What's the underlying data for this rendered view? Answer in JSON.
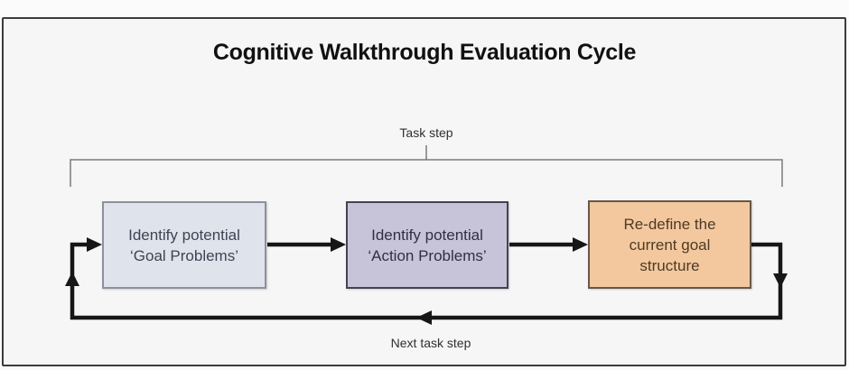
{
  "page": {
    "title": "Cognitive Walkthrough Evaluation Cycle"
  },
  "diagram": {
    "top_label": "Task step",
    "bottom_label": "Next task step",
    "boxes": [
      {
        "id": "identify-goal-problems",
        "lines": [
          "Identify potential",
          "‘Goal Problems’"
        ],
        "bg": "#dfe4ec",
        "border": "#8c919b",
        "text_color": "#3d4452"
      },
      {
        "id": "identify-action-problems",
        "lines": [
          "Identify potential",
          "‘Action Problems’"
        ],
        "bg": "#c7c3d9",
        "border": "#46424f",
        "text_color": "#332f3f"
      },
      {
        "id": "redefine-goal-structure",
        "lines": [
          "Re-define the",
          "current goal",
          "structure"
        ],
        "bg": "#f3c89e",
        "border": "#66584a",
        "text_color": "#4e3a26"
      }
    ],
    "colors": {
      "arrow": "#161616",
      "bracket": "#7a7a7a",
      "container_border": "#3c3c3c",
      "container_bg": "#f7f6f6",
      "page_bg": "#fcfbfc"
    }
  }
}
